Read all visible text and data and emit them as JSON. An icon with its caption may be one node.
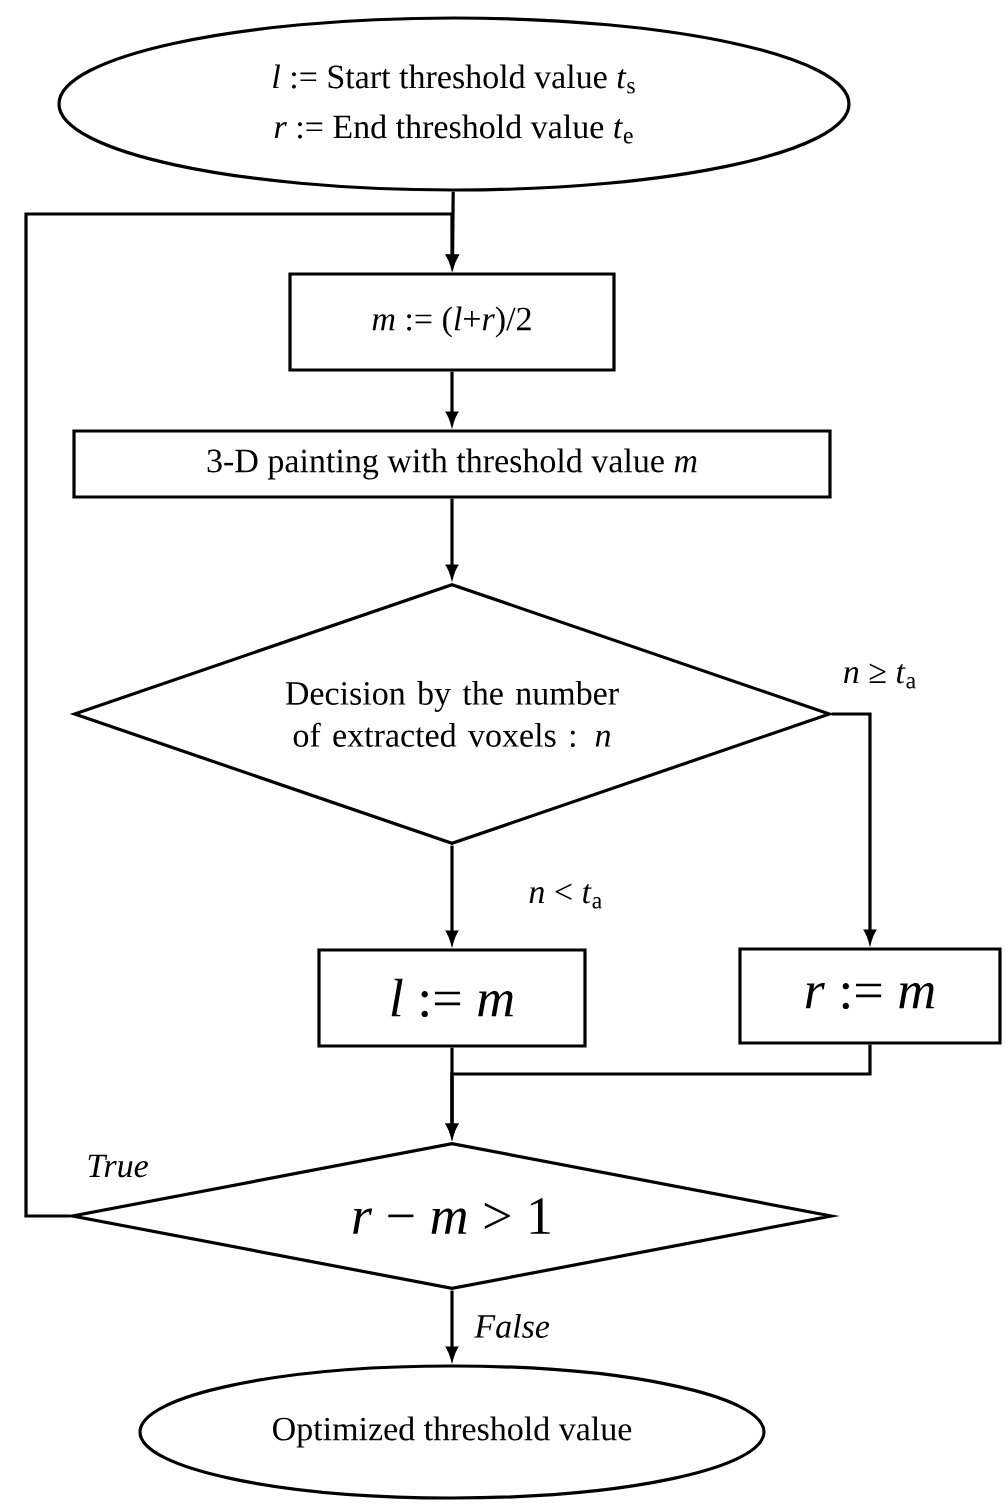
{
  "diagram": {
    "nodes": [
      {
        "text": [
          "*l* := Start threshold value *t*$_{s}$",
          "*r* := End threshold value *t*$_{e}$"
        ]
      },
      {
        "text": [
          "*m* := (*l*+*r*)/2"
        ]
      },
      {
        "text": [
          "3-D painting with threshold value *m*"
        ]
      },
      {
        "text": [
          "Decision by the number of extracted voxels : *n*"
        ]
      },
      {
        "text": [
          "*l* := *m*"
        ]
      },
      {
        "text": [
          "*r* := *m*"
        ]
      },
      {
        "text": [
          "*r* − *m* > 1"
        ]
      },
      {
        "text": [
          "Optimized threshold value"
        ]
      }
    ],
    "edges": [
      {
        "from": 0,
        "to": 1,
        "arrow": "to"
      },
      {
        "from": 1,
        "to": 2,
        "arrow": "to"
      },
      {
        "from": 2,
        "to": 3,
        "arrow": "to"
      },
      {
        "from": 3,
        "to": 4,
        "arrow": "to",
        "label": "*n* < *t*$_{a}$"
      },
      {
        "from": 3,
        "to": 5,
        "arrow": "to",
        "label": "*n* ≥ *t*$_{a}$"
      },
      {
        "from": 4,
        "to": 6,
        "arrow": "to"
      },
      {
        "from": 5,
        "to": 6,
        "arrow": "to"
      },
      {
        "from": 6,
        "to": 1,
        "arrow": "to",
        "label": "True"
      },
      {
        "from": 6,
        "to": 7,
        "arrow": "to",
        "label": "False"
      }
    ]
  }
}
